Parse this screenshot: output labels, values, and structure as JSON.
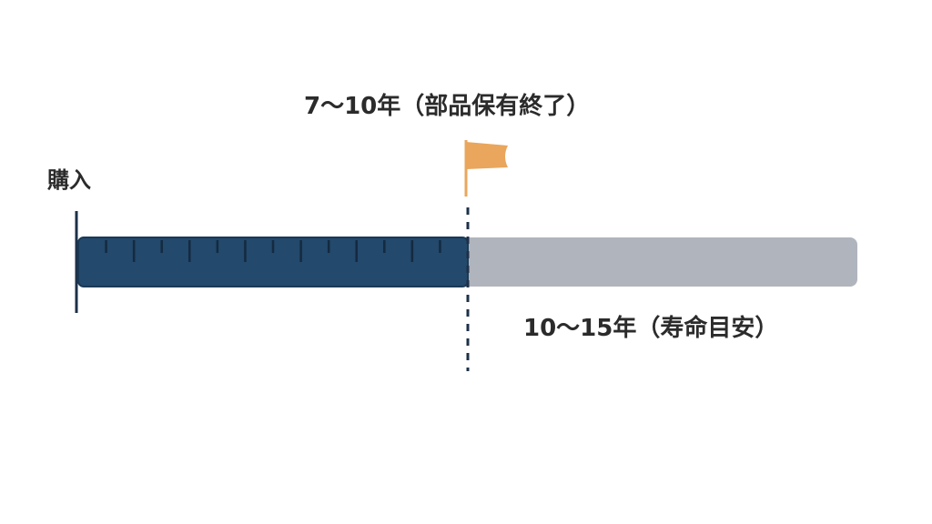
{
  "labels": {
    "start": "購入",
    "milestone": "7〜10年（部品保有終了）",
    "end": "10〜15年（寿命目安）"
  },
  "timeline": {
    "elapsed_fraction": 0.5,
    "tick_count": 14
  },
  "colors": {
    "elapsed_bar": "#23496c",
    "elapsed_bar_edge": "#1b3a57",
    "remaining_bar": "#b0b4bd",
    "flag": "#e9a65c",
    "text": "#2b2b2b",
    "marker_line": "#1c3149"
  },
  "icons": {
    "milestone": "flag-icon"
  }
}
